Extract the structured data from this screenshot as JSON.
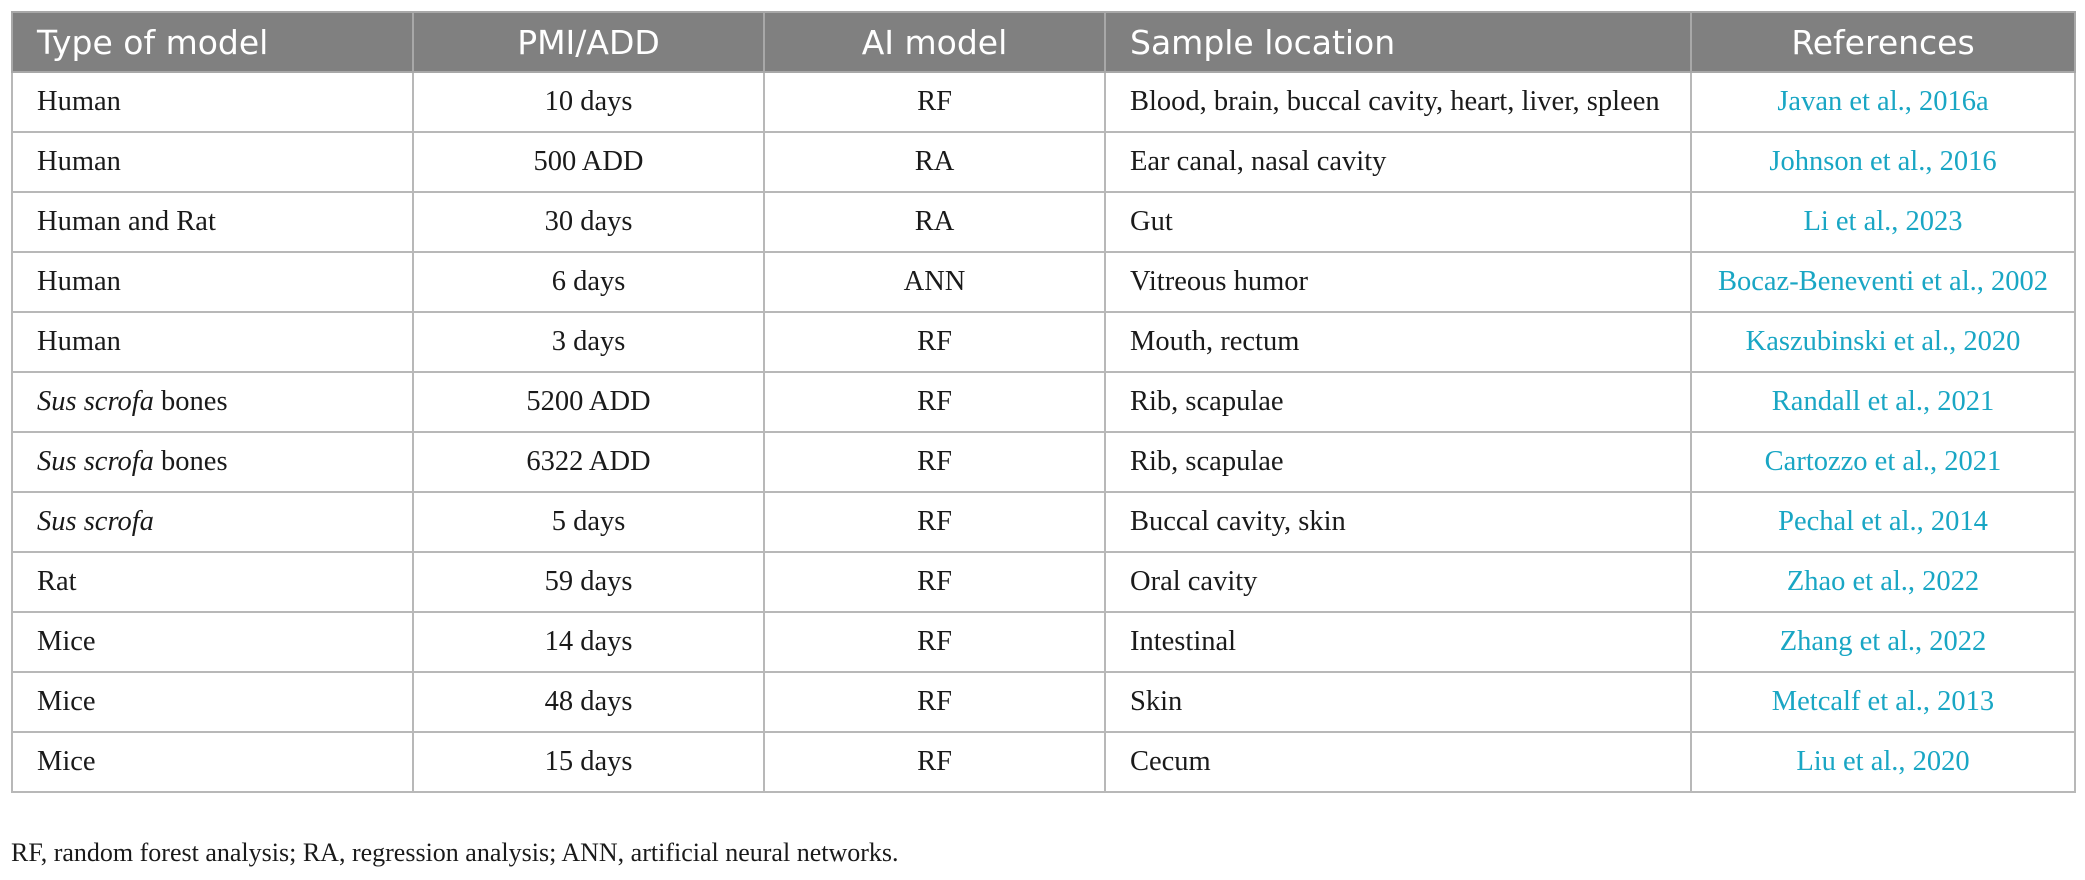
{
  "table": {
    "headers": [
      "Type of model",
      "PMI/ADD",
      "AI model",
      "Sample location",
      "References"
    ],
    "rows": [
      {
        "model_main": "Human",
        "model_suffix": "",
        "pmi": "10 days",
        "ai": "RF",
        "location": "Blood, brain, buccal cavity, heart, liver, spleen",
        "ref": "Javan et al., 2016a"
      },
      {
        "model_main": "Human",
        "model_suffix": "",
        "pmi": "500 ADD",
        "ai": "RA",
        "location": "Ear canal, nasal cavity",
        "ref": "Johnson et al., 2016"
      },
      {
        "model_main": "Human and Rat",
        "model_suffix": "",
        "pmi": "30 days",
        "ai": "RA",
        "location": "Gut",
        "ref": "Li et al., 2023"
      },
      {
        "model_main": "Human",
        "model_suffix": "",
        "pmi": "6 days",
        "ai": "ANN",
        "location": "Vitreous humor",
        "ref": "Bocaz-Beneventi et al., 2002"
      },
      {
        "model_main": "Human",
        "model_suffix": "",
        "pmi": "3 days",
        "ai": "RF",
        "location": "Mouth, rectum",
        "ref": "Kaszubinski et al., 2020"
      },
      {
        "model_main": "Sus scrofa",
        "model_suffix": " bones",
        "italic": true,
        "pmi": "5200 ADD",
        "ai": "RF",
        "location": "Rib, scapulae",
        "ref": "Randall et al., 2021"
      },
      {
        "model_main": "Sus scrofa",
        "model_suffix": " bones",
        "italic": true,
        "pmi": "6322 ADD",
        "ai": "RF",
        "location": "Rib, scapulae",
        "ref": "Cartozzo et al., 2021"
      },
      {
        "model_main": "Sus scrofa",
        "model_suffix": "",
        "italic": true,
        "pmi": "5 days",
        "ai": "RF",
        "location": "Buccal cavity, skin",
        "ref": "Pechal et al., 2014"
      },
      {
        "model_main": "Rat",
        "model_suffix": "",
        "pmi": "59 days",
        "ai": "RF",
        "location": "Oral cavity",
        "ref": "Zhao et al., 2022"
      },
      {
        "model_main": "Mice",
        "model_suffix": "",
        "pmi": "14 days",
        "ai": "RF",
        "location": "Intestinal",
        "ref": "Zhang et al., 2022"
      },
      {
        "model_main": "Mice",
        "model_suffix": "",
        "pmi": "48 days",
        "ai": "RF",
        "location": "Skin",
        "ref": "Metcalf et al., 2013"
      },
      {
        "model_main": "Mice",
        "model_suffix": "",
        "pmi": "15 days",
        "ai": "RF",
        "location": "Cecum",
        "ref": "Liu et al., 2020"
      }
    ]
  },
  "footnote": "RF, random forest analysis; RA, regression analysis; ANN, artificial neural networks.",
  "colors": {
    "header_bg": "#808080",
    "link": "#19a6c4"
  }
}
